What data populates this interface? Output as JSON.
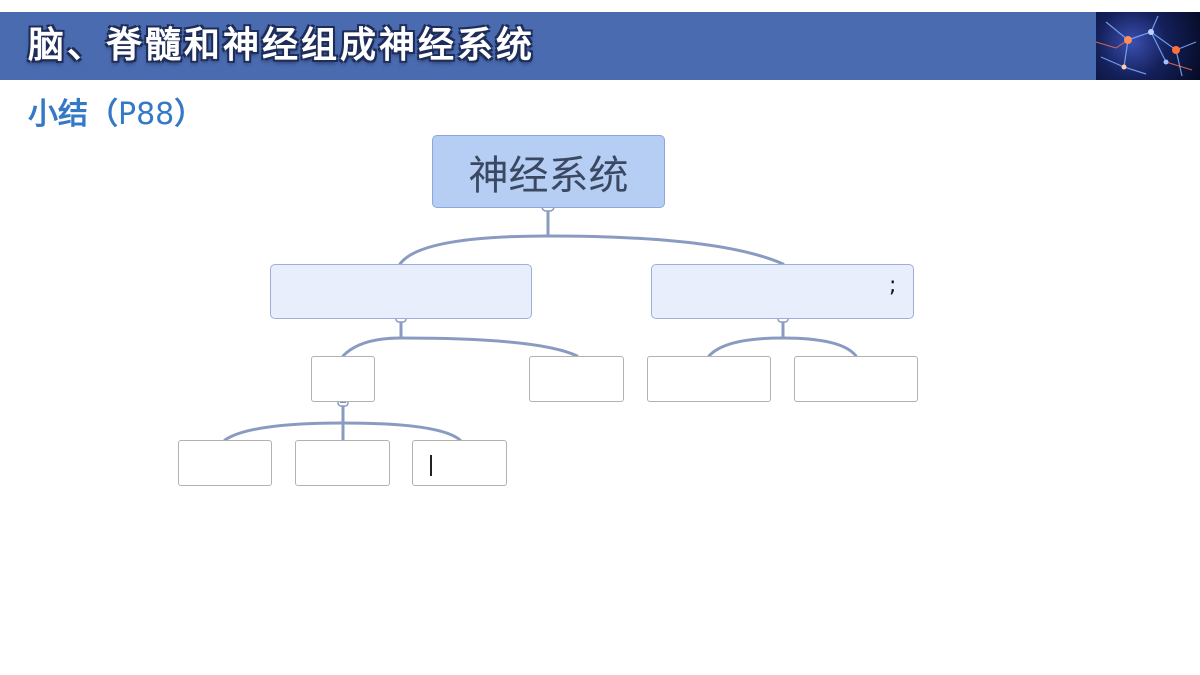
{
  "slide": {
    "title": "脑、脊髓和神经组成神经系统",
    "subtitle": "小结（",
    "subtitle_page": "P88",
    "subtitle_close": "）"
  },
  "diagram": {
    "root": "神经系统",
    "level1": [
      "",
      ""
    ],
    "level1_right_mark": ";",
    "level2": [
      "",
      "",
      "",
      ""
    ],
    "level3": [
      "",
      "",
      ""
    ]
  },
  "colors": {
    "banner": "#4a6bb0",
    "subtitle": "#3579c6",
    "root_fill": "#b6cdf4",
    "branch_fill": "#e8eefb",
    "connector": "#8a9bc2"
  }
}
